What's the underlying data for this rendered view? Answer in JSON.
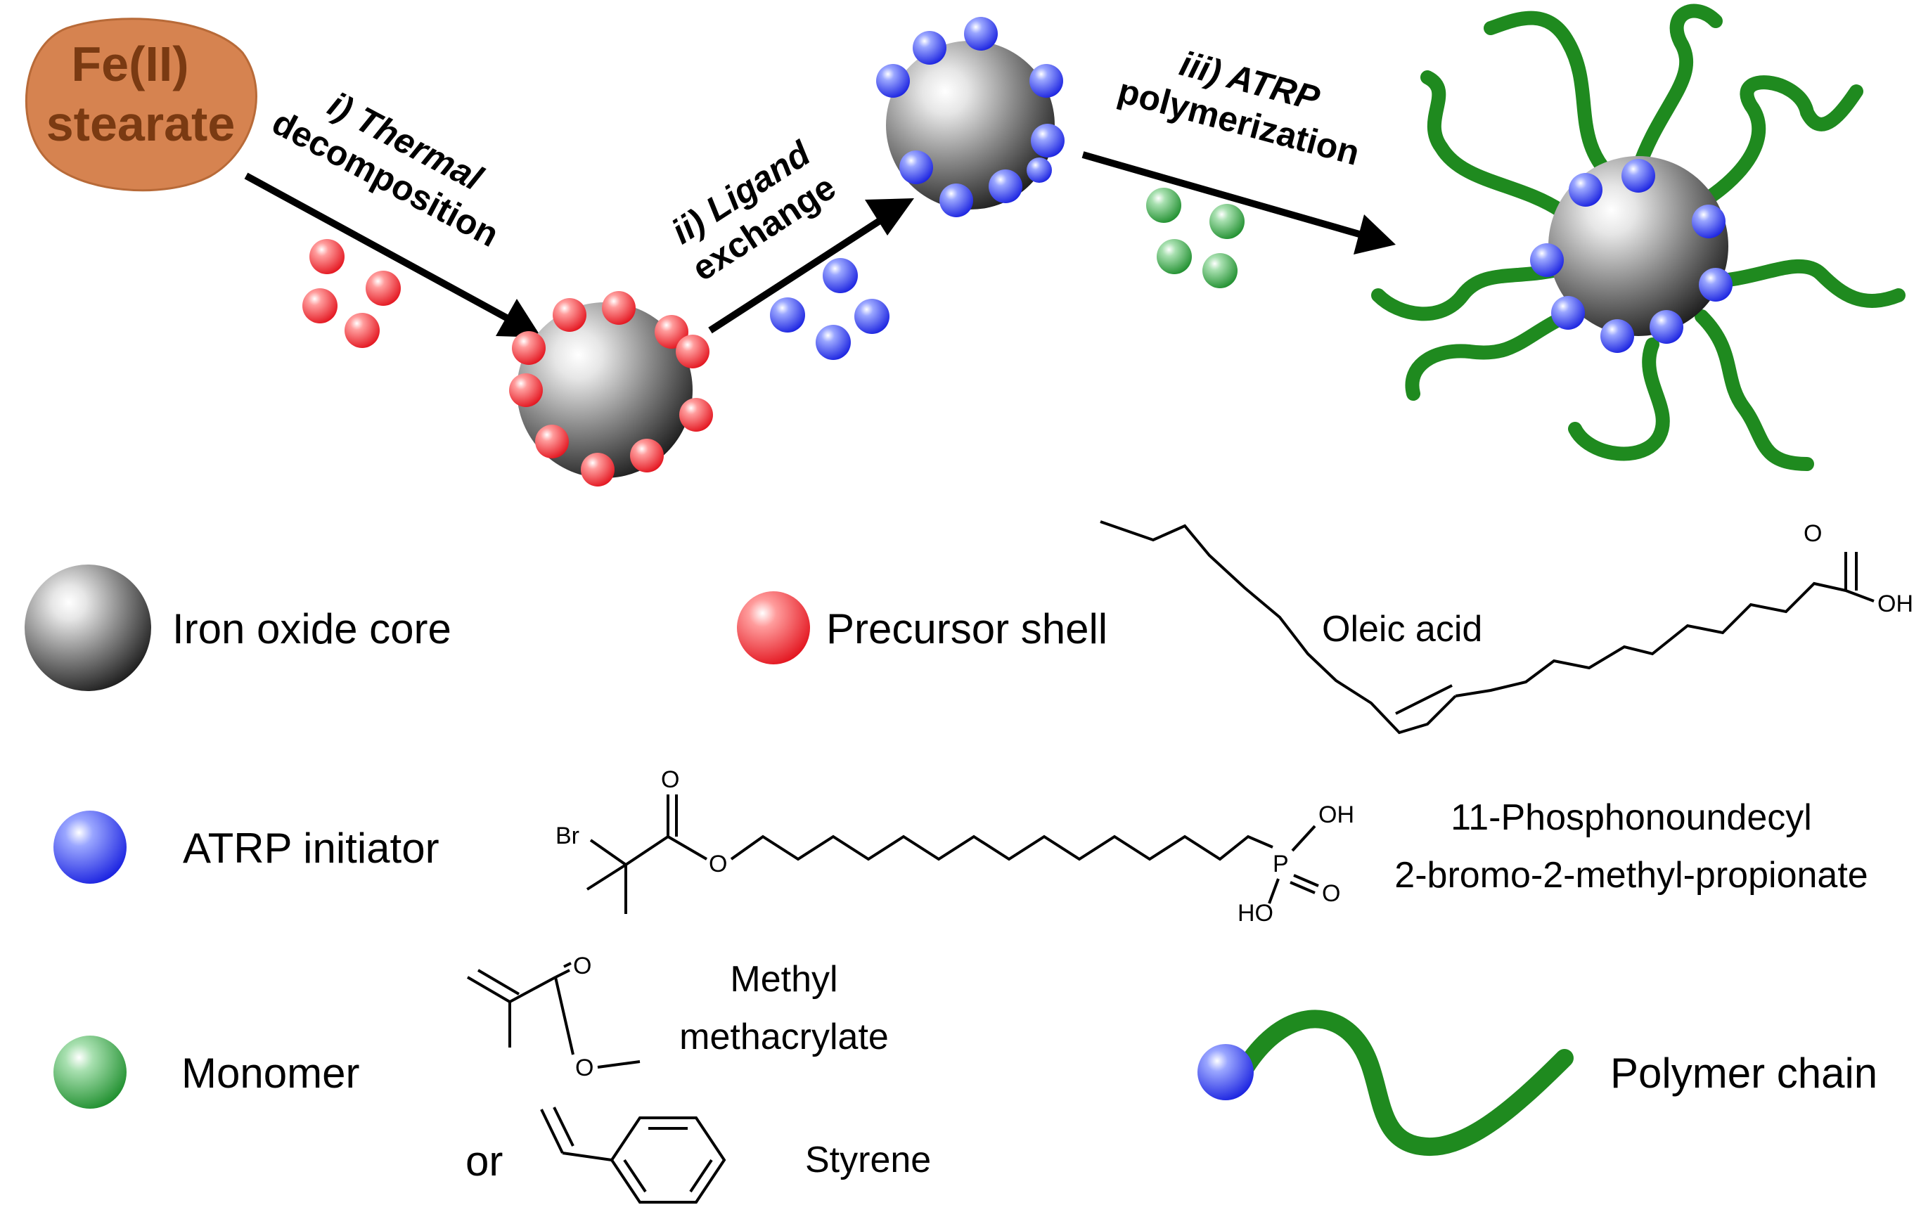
{
  "precursor": {
    "line1": "Fe(II)",
    "line2": "stearate",
    "color": "#d68350"
  },
  "steps": {
    "thermal": {
      "line1": "i) Thermal",
      "line2": "decomposition"
    },
    "ligand": {
      "line1": "ii) Ligand",
      "line2": "exchange"
    },
    "atrp": {
      "line1": "iii) ATRP",
      "line2": "polymerization"
    }
  },
  "legend": {
    "core": "Iron oxide core",
    "shell": "Precursor shell",
    "initiator": "ATRP initiator",
    "monomer": "Monomer",
    "polymer": "Polymer chain"
  },
  "chemicals": {
    "oleic_acid": {
      "name": "Oleic acid",
      "o": "O",
      "oh": "OH"
    },
    "initiator": {
      "name_line1": "11-Phosphonoundecyl",
      "name_line2": "2-bromo-2-methyl-propionate",
      "br": "Br",
      "o1": "O",
      "o2": "O",
      "oh1": "OH",
      "oh2": "HO",
      "p": "P",
      "po": "O"
    },
    "mma": {
      "name_line1": "Methyl",
      "name_line2": "methacrylate",
      "o1": "O",
      "o2": "O"
    },
    "or": "or",
    "styrene": {
      "name": "Styrene"
    }
  },
  "colors": {
    "core": "#555555",
    "shell": "#ee3333",
    "initiator": "#3344ee",
    "monomer": "#33aa44",
    "polymer": "#1f8a1f"
  }
}
